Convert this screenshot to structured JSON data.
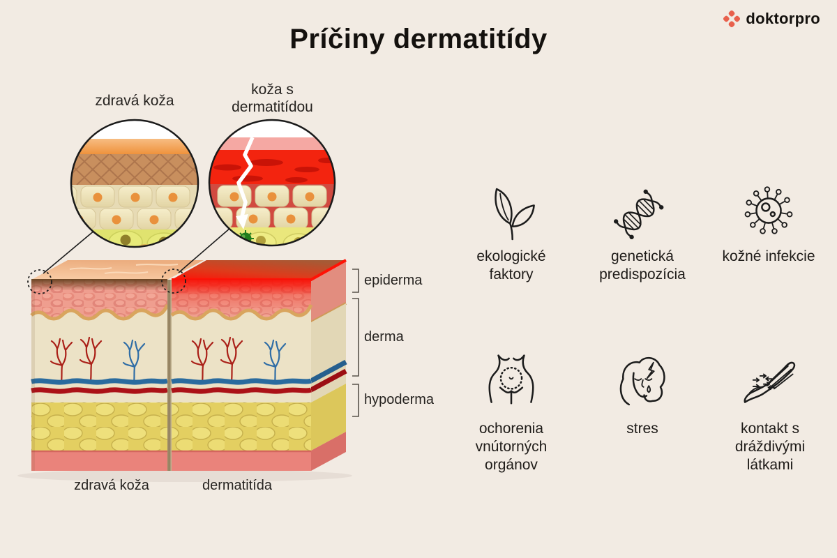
{
  "page": {
    "title": "Príčiny dermatitídy",
    "background": "#f2ebe3"
  },
  "logo": {
    "name": "doktorpro",
    "accent_color": "#e8604c"
  },
  "skin_diagram": {
    "zoom_labels": {
      "healthy": "zdravá koža",
      "dermatitis": "koža s dermatitídou"
    },
    "layers": [
      {
        "label": "epiderma"
      },
      {
        "label": "derma"
      },
      {
        "label": "hypoderma"
      }
    ],
    "block_labels": {
      "healthy": "zdravá koža",
      "dermatitis": "dermatitída"
    }
  },
  "causes": [
    {
      "id": "ecological-factors",
      "icon": "leaf-icon",
      "label": "ekologické faktory"
    },
    {
      "id": "genetic-predisposition",
      "icon": "dna-icon",
      "label": "genetická predispozícia"
    },
    {
      "id": "skin-infections",
      "icon": "virus-icon",
      "label": "kožné infekcie"
    },
    {
      "id": "internal-organ-diseases",
      "icon": "abdomen-icon",
      "label": "ochorenia vnútorných orgánov"
    },
    {
      "id": "stress",
      "icon": "stressed-face-icon",
      "label": "stres"
    },
    {
      "id": "irritant-contact",
      "icon": "hand-icon",
      "label": "kontakt s dráždivými látkami"
    }
  ],
  "colors": {
    "healthy_skin_top": "#f8c9a2",
    "inflamed_skin_top": "#fb1408",
    "fat_layer": "#e8d76e",
    "vessel_blue": "#2a6b9e",
    "vessel_red": "#ab1117"
  }
}
